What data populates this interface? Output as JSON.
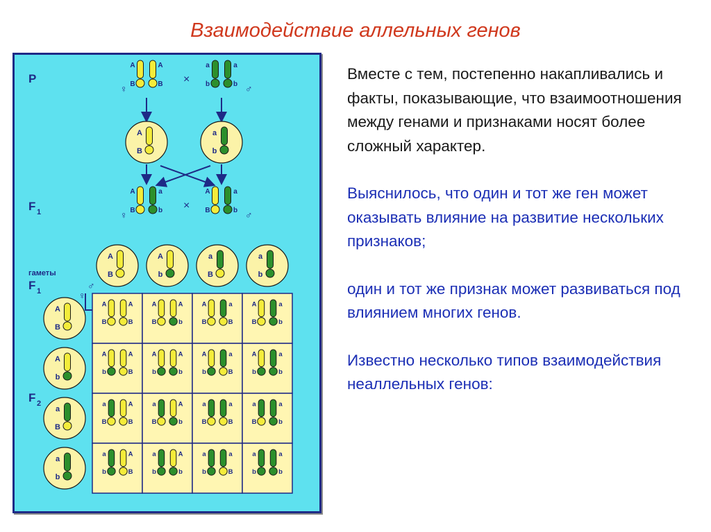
{
  "title": "Взаимодействие аллельных генов",
  "diagram": {
    "gen_p": "P",
    "gen_f": "F",
    "gen_1": "1",
    "gen_2": "2",
    "gametes_label": "гаметы",
    "cross_symbol": "×",
    "female_symbol": "♀",
    "male_symbol": "♂",
    "alleles": {
      "A": "A",
      "a": "a",
      "B": "B",
      "b": "b"
    },
    "colors": {
      "background": "#5ee1ef",
      "border": "#1e2a86",
      "dominant": "#f4ec3a",
      "recessive": "#2c8f2c",
      "cell": "#fff6b2",
      "gamete": "#fbf3a8"
    }
  },
  "text": {
    "p1": "Вместе с тем, постепенно накапливались и факты, показывающие, что взаимоотношения между генами и признаками носят более сложный характер.",
    "p2": "Выяснилось, что один и тот же ген может оказывать влияние на развитие нескольких признаков;",
    "p3": "один и тот же признак может развиваться под влиянием многих генов.",
    "p4": "Известно несколько типов взаимодействия неаллельных генов:"
  }
}
